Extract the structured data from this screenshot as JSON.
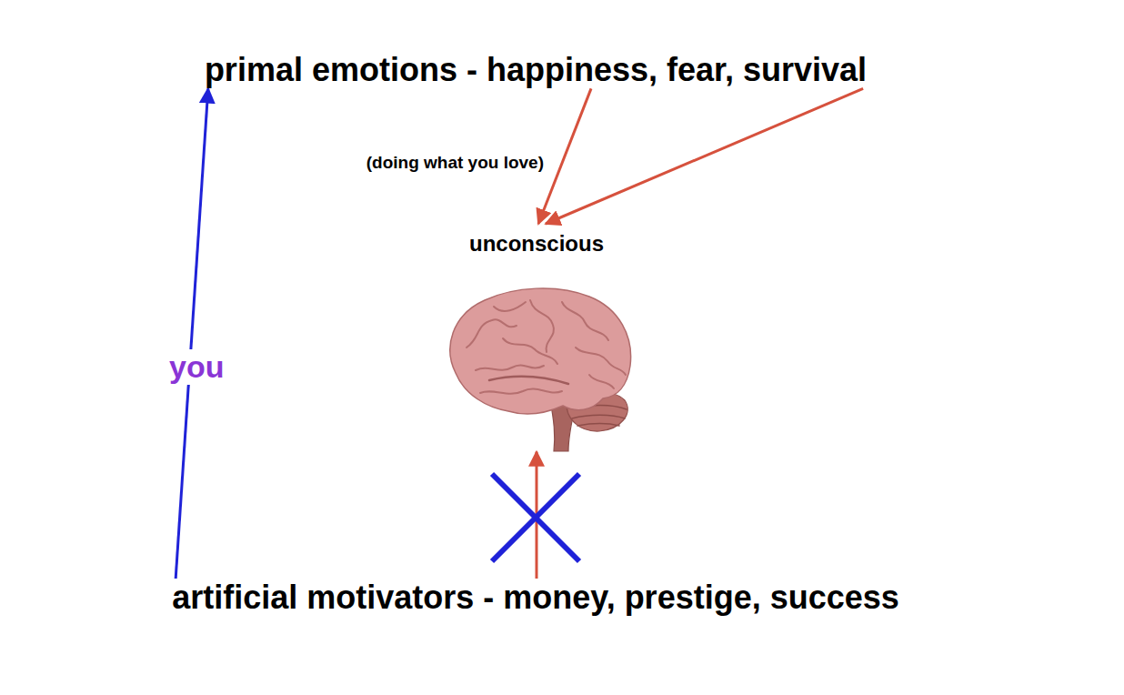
{
  "diagram": {
    "nodes": [
      {
        "text": [
          "primal emotions - happiness, fear, survival"
        ]
      },
      {
        "text": [
          "unconscious"
        ]
      },
      {
        "text": [
          "artificial motivators - money, prestige, success"
        ]
      }
    ],
    "edges": [
      {
        "from": 0,
        "to": 1,
        "arrow": "to",
        "label": "(doing what you love)"
      },
      {
        "from": 0,
        "to": 1,
        "arrow": "to"
      },
      {
        "from": 2,
        "to": 1,
        "arrow": "to"
      },
      {
        "from": 2,
        "to": 0,
        "arrow": "to",
        "label": "you"
      }
    ]
  }
}
